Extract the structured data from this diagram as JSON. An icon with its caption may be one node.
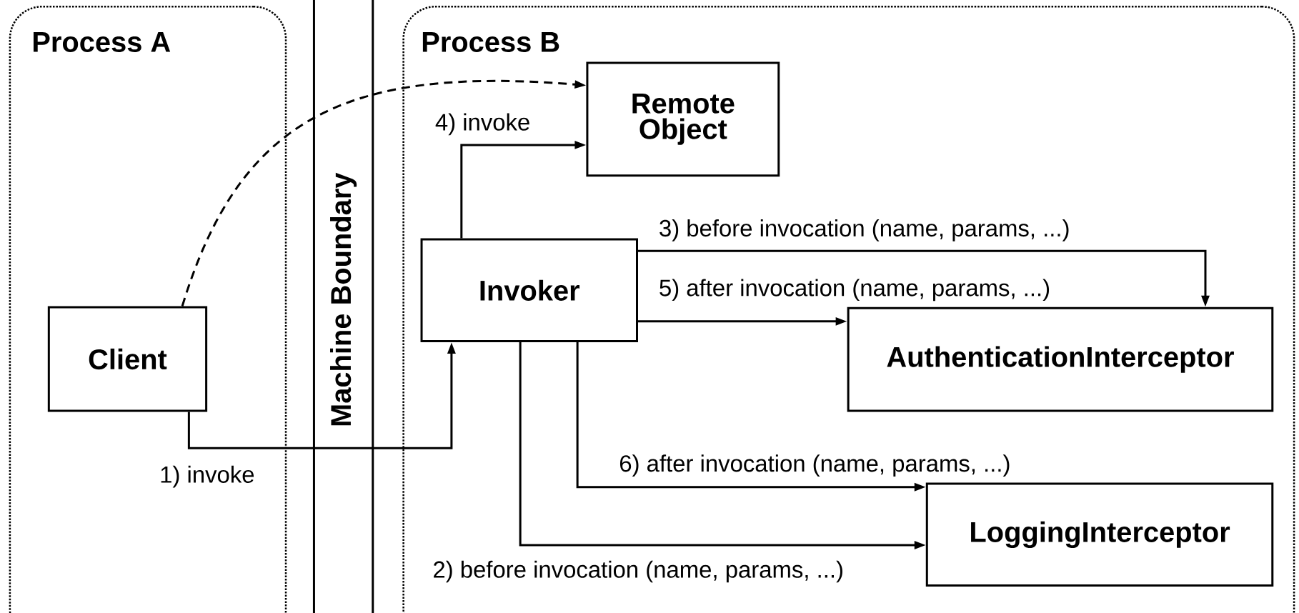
{
  "diagram": {
    "nodes": [
      {
        "text": [
          "Process A"
        ]
      },
      {
        "text": [
          "Client"
        ],
        "in": 0
      },
      {
        "text": [
          "Process B"
        ]
      },
      {
        "text": [
          "Remote Object"
        ],
        "in": 2
      },
      {
        "text": [
          "Invoker"
        ],
        "in": 2
      },
      {
        "text": [
          "AuthenticationInterceptor"
        ],
        "in": 2
      },
      {
        "text": [
          "LoggingInterceptor"
        ],
        "in": 2
      }
    ],
    "edges": [
      {
        "from": 1,
        "to": 4,
        "arrow": "to",
        "label": "1) invoke"
      },
      {
        "from": 4,
        "to": 6,
        "arrow": "to",
        "label": "2) before invocation (name, params, ...)"
      },
      {
        "from": 4,
        "to": 5,
        "arrow": "to",
        "label": "3) before invocation (name, params, ...)"
      },
      {
        "from": 4,
        "to": 3,
        "arrow": "to",
        "label": "4) invoke"
      },
      {
        "from": 4,
        "to": 5,
        "arrow": "to",
        "label": "5) after invocation (name, params, ...)"
      },
      {
        "from": 4,
        "to": 6,
        "arrow": "to",
        "label": "6) after invocation (name, params, ...)"
      },
      {
        "from": 1,
        "to": 3,
        "arrow": "to",
        "style": "dashed"
      }
    ],
    "labels": [
      "Machine Boundary"
    ]
  }
}
